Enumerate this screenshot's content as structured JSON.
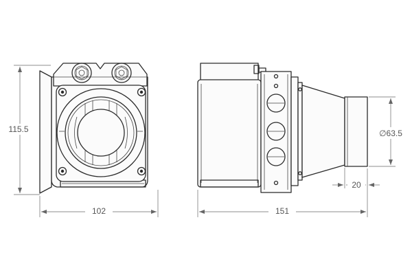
{
  "dimensions": {
    "front_height": "115.5",
    "front_width": "102",
    "side_width": "151",
    "outlet_length": "20",
    "outlet_diameter": "∅63.5"
  },
  "colors": {
    "line": "#2b2b2b",
    "dimension": "#666666",
    "background": "#ffffff"
  }
}
